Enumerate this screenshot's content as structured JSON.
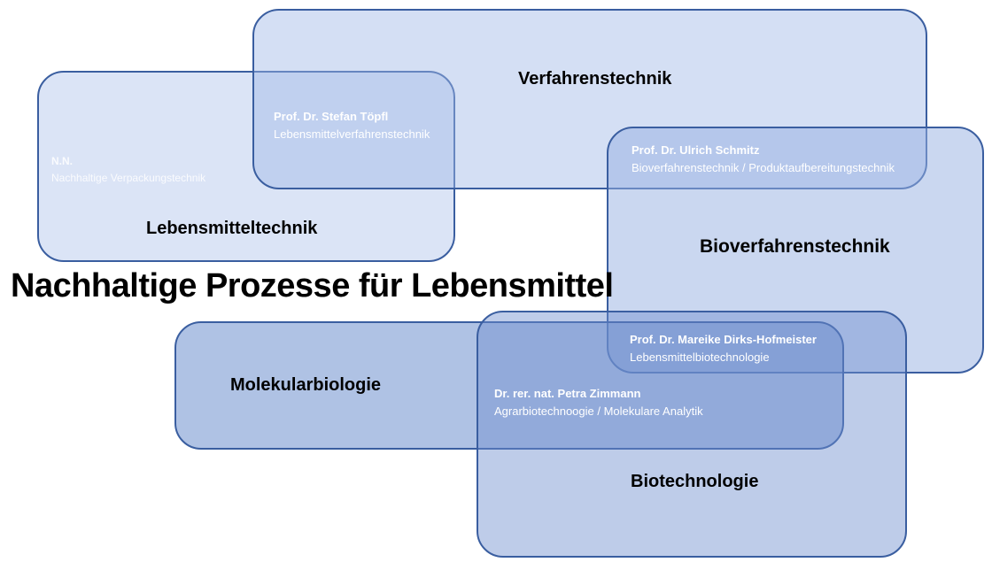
{
  "title": "Nachhaltige Prozesse für Lebensmittel",
  "colors": {
    "border": "#3a5ea0",
    "light_fill": "rgba(185, 203, 236, 0.62)",
    "medium_fill": "rgba(118, 150, 210, 0.58)",
    "text_on_box": "#ffffff"
  },
  "areas": {
    "verfahrenstechnik": "Verfahrenstechnik",
    "lebensmitteltechnik": "Lebensmitteltechnik",
    "bioverfahrenstechnik": "Bioverfahrenstechnik",
    "molekularbiologie": "Molekularbiologie",
    "biotechnologie": "Biotechnologie"
  },
  "people": [
    {
      "name": "N.N.",
      "role": "Nachhaltige Verpackungstechnik"
    },
    {
      "name": "Prof. Dr. Stefan Töpfl",
      "role": "Lebensmittelverfahrenstechnik"
    },
    {
      "name": "Prof. Dr. Ulrich Schmitz",
      "role": "Bioverfahrenstechnik / Produktaufbereitungstechnik"
    },
    {
      "name": "Prof. Dr. Mareike Dirks-Hofmeister",
      "role": "Lebensmittelbiotechnologie"
    },
    {
      "name": "Dr. rer. nat. Petra Zimmann",
      "role": "Agrarbiotechnoogie / Molekulare Analytik"
    }
  ]
}
